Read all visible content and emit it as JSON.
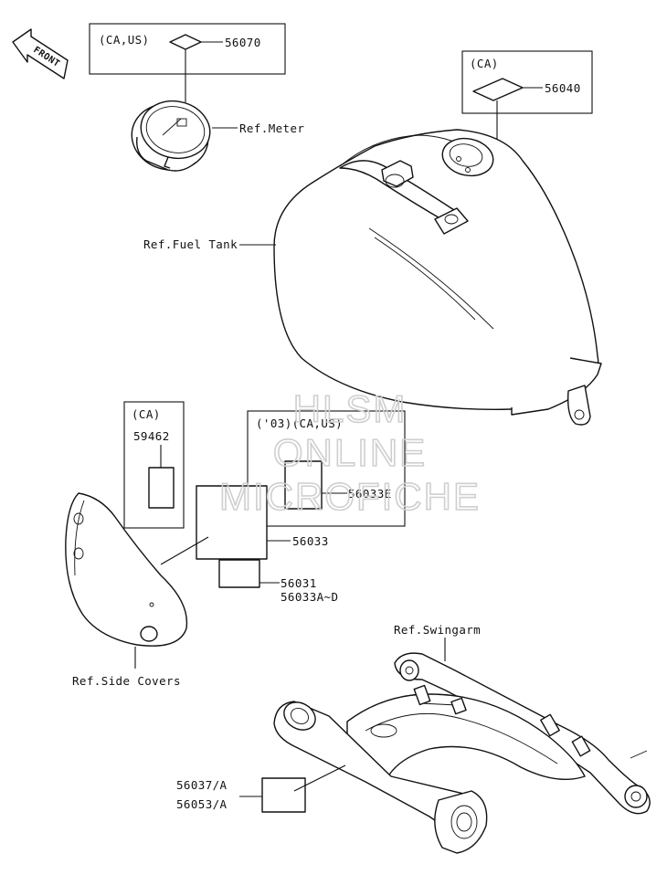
{
  "labels": {
    "front": "FRONT",
    "box_ca_us": "(CA,US)",
    "p56070": "56070",
    "ref_meter": "Ref.Meter",
    "box_ca_tank": "(CA)",
    "p56040": "56040",
    "ref_fuel_tank": "Ref.Fuel Tank",
    "box_ca_side": "(CA)",
    "p59462": "59462",
    "box_03_ca_us": "('03)(CA,US)",
    "p56033E": "56033E",
    "p56033": "56033",
    "p56031": "56031",
    "p56033AD": "56033A~D",
    "ref_side_covers": "Ref.Side Covers",
    "ref_swingarm": "Ref.Swingarm",
    "p56037": "56037/A",
    "p56053": "56053/A"
  },
  "watermark": {
    "line1": "HLSM",
    "line2": "ONLINE",
    "line3": "MICROFICHE"
  }
}
